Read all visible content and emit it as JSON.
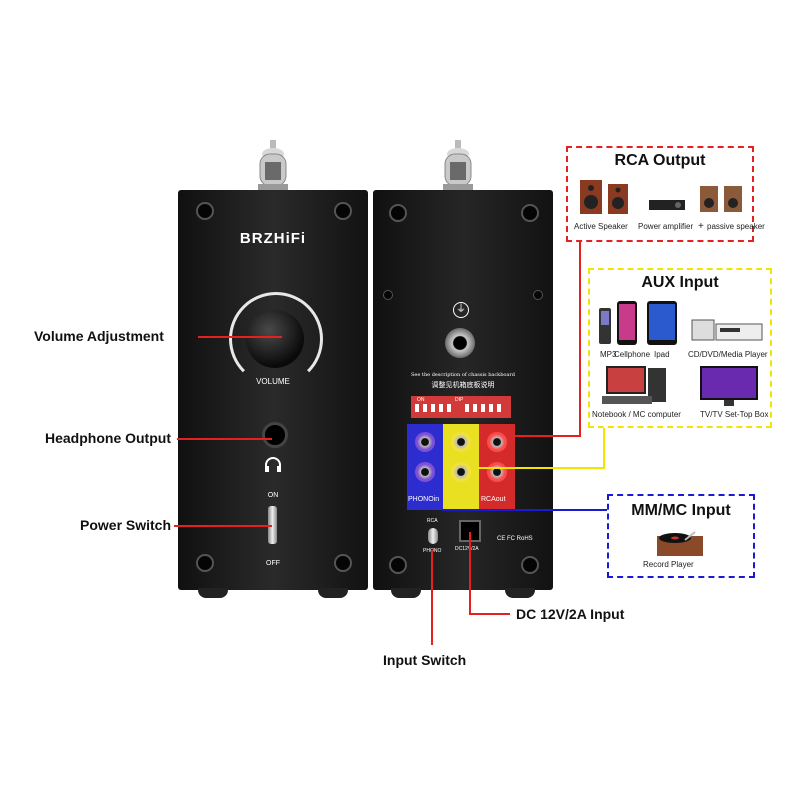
{
  "callouts": {
    "volume": "Volume Adjustment",
    "headphone": "Headphone Output",
    "power": "Power Switch",
    "dc": "DC 12V/2A Input",
    "input_switch": "Input Switch"
  },
  "front_panel": {
    "brand": "BRZHiFi",
    "knob_label": "VOLUME",
    "on": "ON",
    "off": "OFF"
  },
  "back_panel": {
    "desc_line1": "See the description of chassis backboard",
    "desc_line2": "调整见机箱底板说明",
    "dip_on": "ON",
    "dip_label": "DIP",
    "phono_in": "PHONOin",
    "rca_out": "RCAout",
    "switch_top": "RCA",
    "switch_bottom": "PHONO",
    "dc_label": "DC12V/2A",
    "marks": "CE FC RoHS"
  },
  "rca_output": {
    "title": "RCA Output",
    "items": [
      "Active Speaker",
      "Power amplifier",
      "+",
      "passive speaker"
    ]
  },
  "aux_input": {
    "title": "AUX Input",
    "items": [
      "MP3",
      "Cellphone",
      "Ipad",
      "CD/DVD/Media Player",
      "Notebook / MC computer",
      "TV/TV Set-Top Box"
    ]
  },
  "mm_input": {
    "title": "MM/MC Input",
    "item": "Record Player"
  },
  "colors": {
    "red_line": "#e52020",
    "yellow_line": "#f2e600",
    "blue_line": "#1a1ad0",
    "chassis": "#1b1b1b"
  }
}
